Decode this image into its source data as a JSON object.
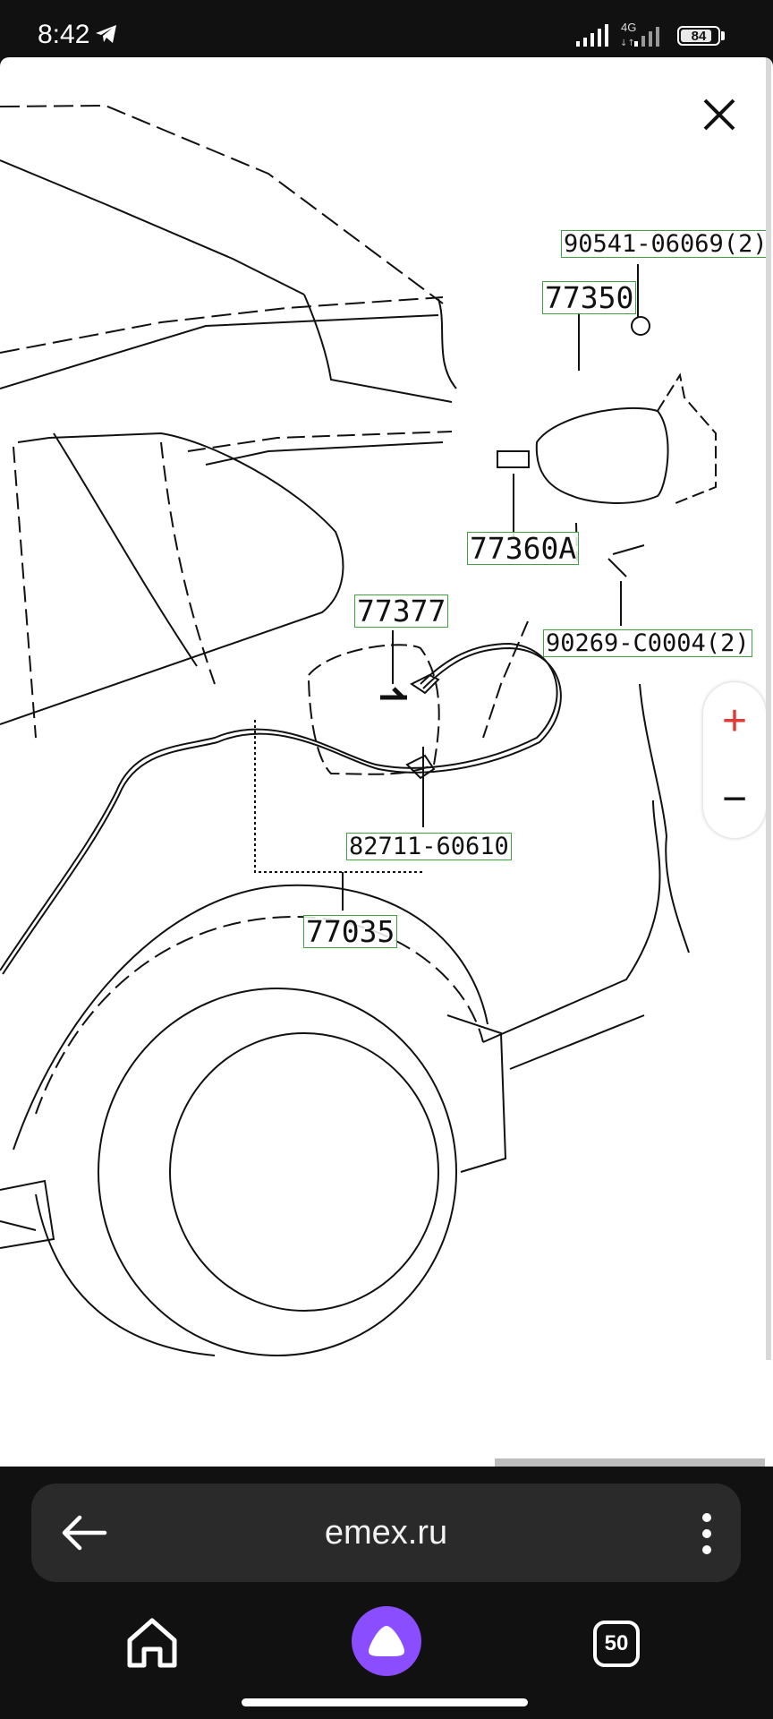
{
  "status_bar": {
    "time": "8:42",
    "network_label": "4G",
    "battery": "84",
    "battery_level": 0.84
  },
  "diagram": {
    "part_labels": [
      {
        "id": "p1",
        "text": "90541-06069(2)"
      },
      {
        "id": "p2",
        "text": "77350"
      },
      {
        "id": "p3",
        "text": "77360A"
      },
      {
        "id": "p4",
        "text": "77377"
      },
      {
        "id": "p5",
        "text": "90269-C0004(2)"
      },
      {
        "id": "p6",
        "text": "82711-60610"
      },
      {
        "id": "p7",
        "text": "77035"
      }
    ]
  },
  "zoom": {
    "in_symbol": "+",
    "out_symbol": "−",
    "in_color": "#e53935"
  },
  "browser": {
    "url": "emex.ru",
    "tabs_count": "50",
    "accent": "#8a4dff"
  }
}
